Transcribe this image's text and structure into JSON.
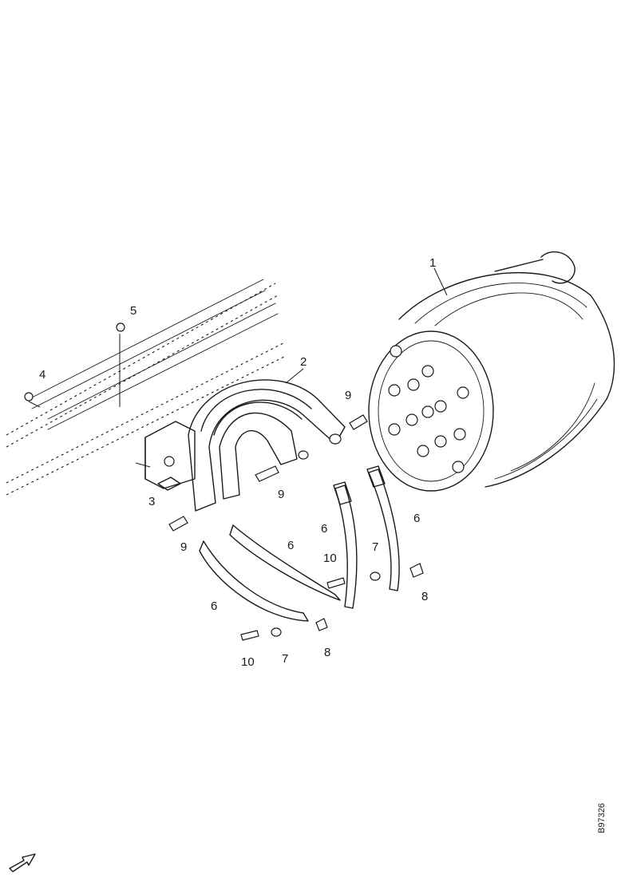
{
  "diagram": {
    "callouts": [
      {
        "id": "c1",
        "label": "1"
      },
      {
        "id": "c2",
        "label": "2"
      },
      {
        "id": "c3",
        "label": "3"
      },
      {
        "id": "c4",
        "label": "4"
      },
      {
        "id": "c5",
        "label": "5"
      },
      {
        "id": "c6a",
        "label": "6"
      },
      {
        "id": "c6b",
        "label": "6"
      },
      {
        "id": "c6c",
        "label": "6"
      },
      {
        "id": "c6d",
        "label": "6"
      },
      {
        "id": "c7a",
        "label": "7"
      },
      {
        "id": "c7b",
        "label": "7"
      },
      {
        "id": "c8a",
        "label": "8"
      },
      {
        "id": "c8b",
        "label": "8"
      },
      {
        "id": "c9a",
        "label": "9"
      },
      {
        "id": "c9b",
        "label": "9"
      },
      {
        "id": "c9c",
        "label": "9"
      },
      {
        "id": "c10a",
        "label": "10"
      },
      {
        "id": "c10b",
        "label": "10"
      }
    ],
    "reference_code": "B97326",
    "direction_icon": "arrow-forward-icon"
  }
}
